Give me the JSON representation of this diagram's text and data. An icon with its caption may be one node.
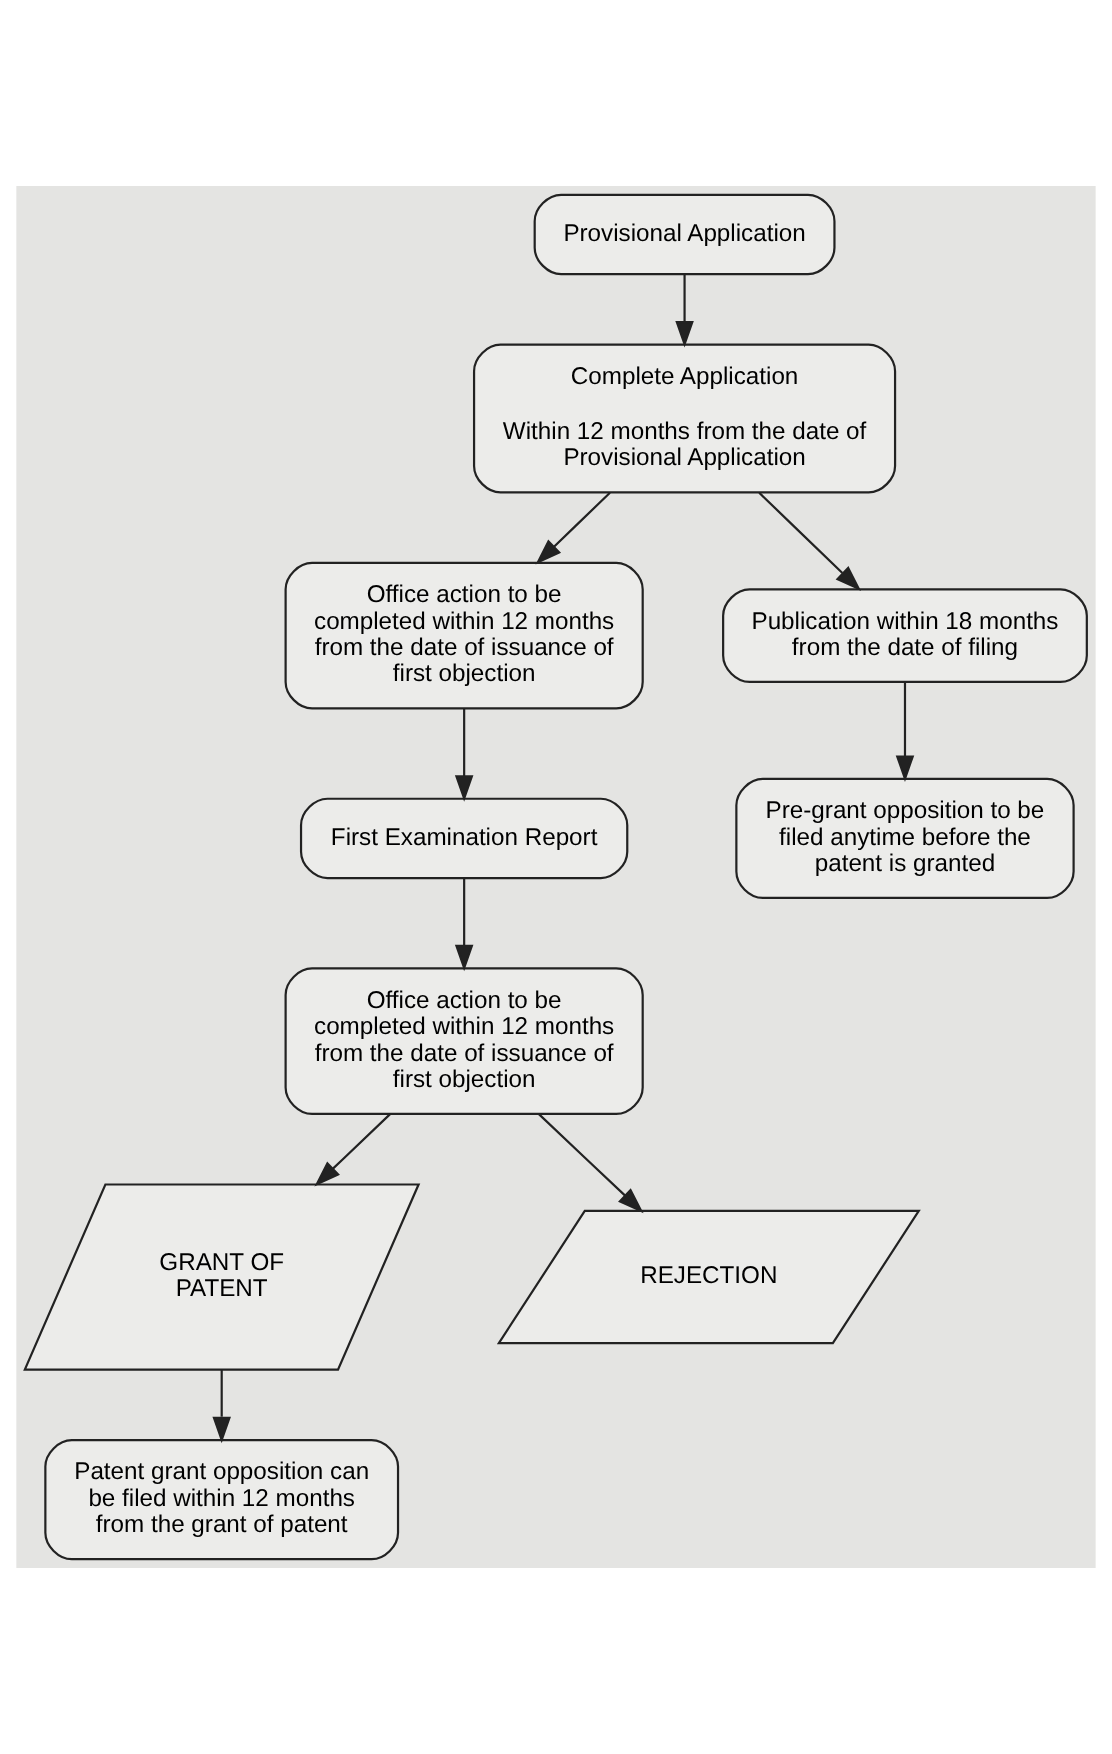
{
  "diagram": {
    "nodes": [
      {
        "text": [
          "Provisional Application"
        ]
      },
      {
        "text": [
          "Complete Application",
          "Within 12 months from the date of Provisional Application"
        ]
      },
      {
        "text": [
          "Office action to be completed within 12 months from the date of issuance of first objection"
        ]
      },
      {
        "text": [
          "Publication within 18 months from the date of filing"
        ]
      },
      {
        "text": [
          "First Examination Report"
        ]
      },
      {
        "text": [
          "Pre-grant opposition to be filed anytime before the patent is granted"
        ]
      },
      {
        "text": [
          "Office action to be completed within 12 months from the date of issuance of first objection"
        ]
      },
      {
        "text": [
          "GRANT OF PATENT"
        ]
      },
      {
        "text": [
          "REJECTION"
        ]
      },
      {
        "text": [
          "Patent grant opposition can be filed within 12 months from the grant of patent"
        ]
      }
    ],
    "edges": [
      {
        "from": 0,
        "to": 1,
        "arrow": "to"
      },
      {
        "from": 1,
        "to": 2,
        "arrow": "to"
      },
      {
        "from": 1,
        "to": 3,
        "arrow": "to"
      },
      {
        "from": 2,
        "to": 4,
        "arrow": "to"
      },
      {
        "from": 3,
        "to": 5,
        "arrow": "to"
      },
      {
        "from": 4,
        "to": 6,
        "arrow": "to"
      },
      {
        "from": 6,
        "to": 7,
        "arrow": "to"
      },
      {
        "from": 6,
        "to": 8,
        "arrow": "to"
      },
      {
        "from": 7,
        "to": 9,
        "arrow": "to"
      }
    ]
  }
}
